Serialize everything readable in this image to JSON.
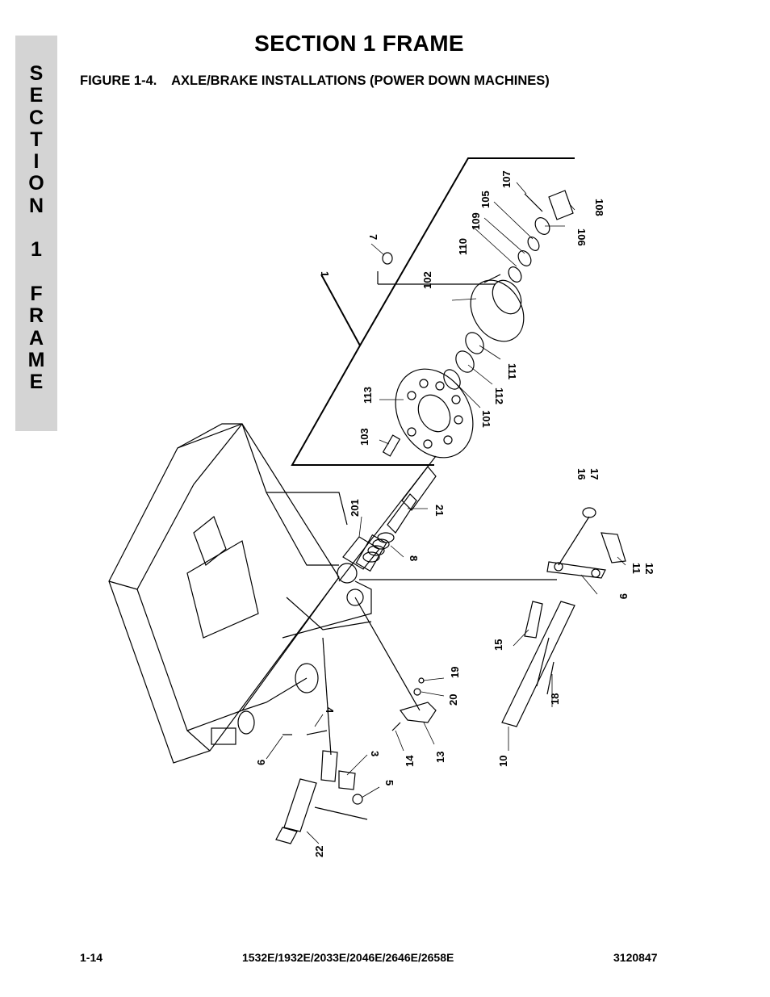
{
  "header": {
    "section_title": "SECTION 1   FRAME",
    "figure_title": "FIGURE 1-4.    AXLE/BRAKE INSTALLATIONS (POWER DOWN MACHINES)"
  },
  "side_tab": {
    "letters": [
      "S",
      "E",
      "C",
      "T",
      "I",
      "O",
      "N",
      "",
      "1",
      "",
      "F",
      "R",
      "A",
      "M",
      "E"
    ]
  },
  "callouts": {
    "c1": "1",
    "c3": "3",
    "c4": "4",
    "c5": "5",
    "c6": "6",
    "c7": "7",
    "c8": "8",
    "c9": "9",
    "c10": "10",
    "c11": "11",
    "c12": "12",
    "c13": "13",
    "c14": "14",
    "c15": "15",
    "c16": "16",
    "c17": "17",
    "c18": "18",
    "c19": "19",
    "c20": "20",
    "c21": "21",
    "c22": "22",
    "c101": "101",
    "c102": "102",
    "c103": "103",
    "c105": "105",
    "c106": "106",
    "c107": "107",
    "c108": "108",
    "c109": "109",
    "c110": "110",
    "c111": "111",
    "c112": "112",
    "c113": "113",
    "c201": "201"
  },
  "footer": {
    "page_number": "1-14",
    "models": "1532E/1932E/2033E/2046E/2646E/2658E",
    "doc_number": "3120847"
  }
}
